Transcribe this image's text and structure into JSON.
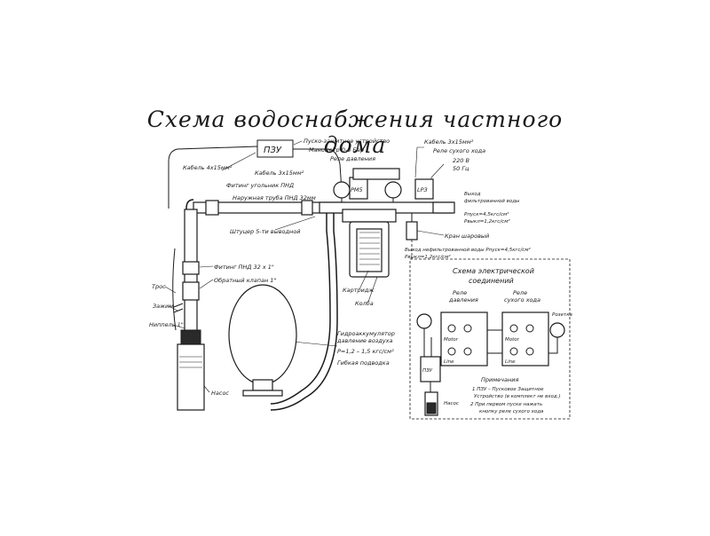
{
  "title": "Схема водоснабжения частного дома",
  "labels": {
    "pzu_box": "ПЗУ",
    "cable_4x15": "Кабель 4х15мм²",
    "cable_3x15_left": "Кабель 3х15мм²",
    "pzu_desc": "Пуско-защитное устройство",
    "manometer": "Манометр 0-6 Бар",
    "pressure_relay": "Реле давления",
    "cable_3x15_right": "Кабель 3х15мм²",
    "dry_run_relay": "Реле сухого хода",
    "voltage": "220 В",
    "frequency": "50 Гц",
    "rm5": "РМ5",
    "lrz": "LРЗ",
    "corner_fitting": "Фитинг угольник ПНД",
    "hdpe_pipe": "Наружная труба ПНД 32мм",
    "fitting_5way": "Штуцер 5-ти выводной",
    "out_filtered_title": "Выход",
    "out_filtered_sub": "фильтрованной воды",
    "out_filtered_p1": "Рпуск=4,5кгс/см²",
    "out_filtered_p2": "Рвыкл=1,2кгс/см²",
    "ball_valve": "Кран шаровый",
    "out_unfiltered": "Выход нефильтрованной воды Рпуск=4,5кгс/см²",
    "out_unfiltered_p2": "Рвыкл=1,2кгс/см²",
    "fitting_32": "Фитинг ПНД 32 х 1\"",
    "check_valve": "Обратный клапан 1\"",
    "rope": "Трос",
    "clamp": "Зажим",
    "nipple": "Ниппель 1\"",
    "pump": "Насос",
    "cartridge": "Картридж",
    "flask": "Колба",
    "accumulator_1": "Гидроаккумулятор",
    "accumulator_2": "давление воздуха",
    "accumulator_3": "Р=1,2 – 1,5 кгс/см²",
    "flex_hose": "Гибкая подводка",
    "electric_title_1": "Схема электрической",
    "electric_title_2": "соединений",
    "e_pressure_relay_1": "Реле",
    "e_pressure_relay_2": "давления",
    "e_dry_run_1": "Реле",
    "e_dry_run_2": "сухого хода",
    "e_socket": "Розетка",
    "e_motor_1": "Motor",
    "e_motor_2": "Motor",
    "e_line_1": "Line",
    "e_line_2": "Line",
    "e_pzu": "ПЗУ",
    "e_pump": "Насос",
    "note_title": "Примечания",
    "note_1a": "1 ПЗУ – Пусковое Защитное",
    "note_1b": "Устройство (в комплект не вход.)",
    "note_2a": "2  При первом пуске нажать",
    "note_2b": "кнопку реле сухого хода"
  }
}
